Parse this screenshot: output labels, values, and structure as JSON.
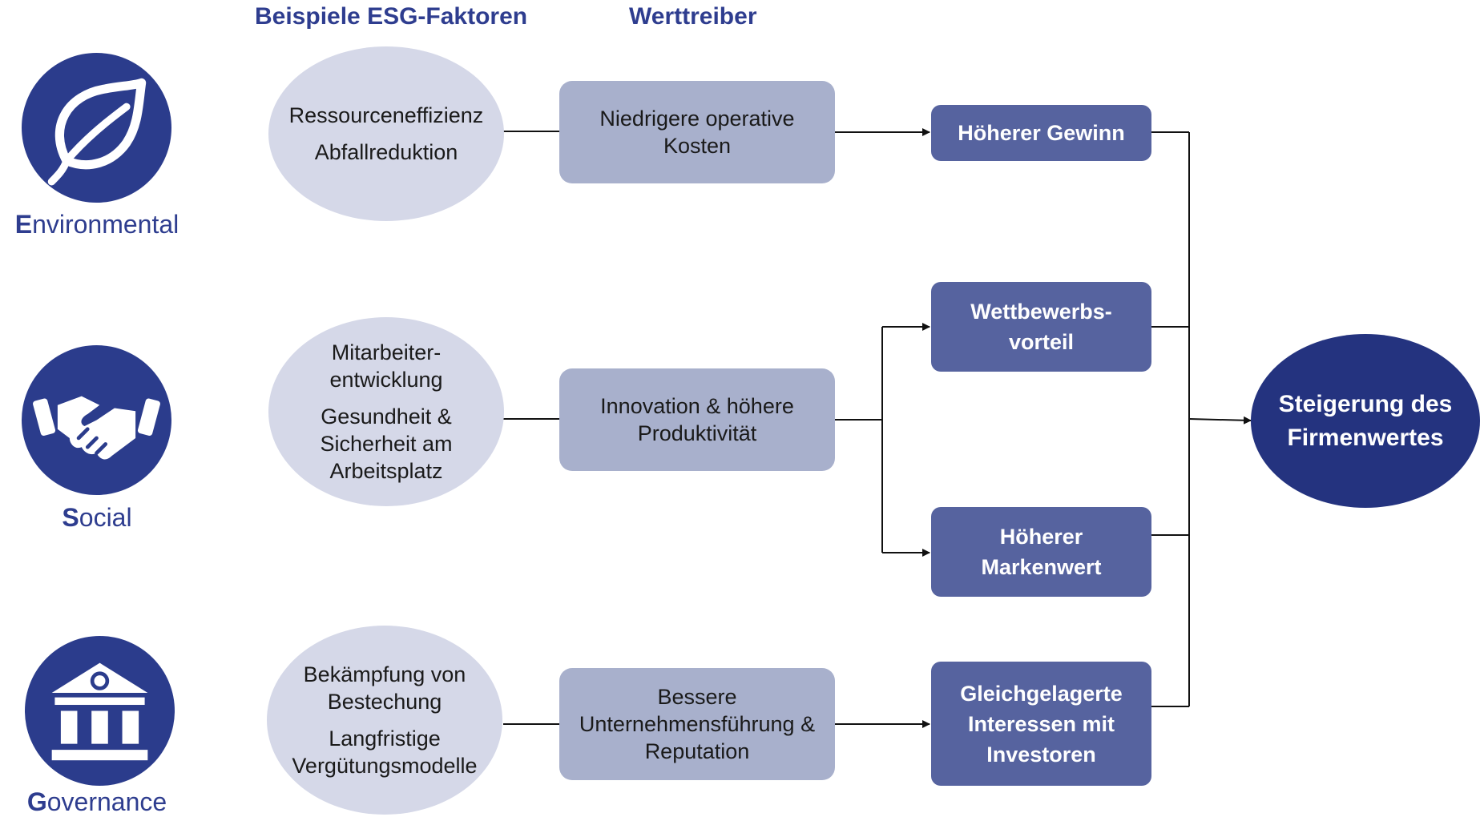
{
  "headers": {
    "factors": "Beispiele ESG-Faktoren",
    "drivers": "Werttreiber"
  },
  "categories": [
    {
      "initial": "E",
      "rest": "nvironmental",
      "icon": "leaf-icon"
    },
    {
      "initial": "S",
      "rest": "ocial",
      "icon": "handshake-icon"
    },
    {
      "initial": "G",
      "rest": "overnance",
      "icon": "bank-building-icon"
    }
  ],
  "factors": {
    "environmental": [
      "Ressourceneffizienz",
      "Abfallreduktion"
    ],
    "social": [
      "Mitarbeiter-\nentwicklung",
      "Gesundheit &\nSicherheit am\nArbeitsplatz"
    ],
    "governance": [
      "Bekämpfung von\nBestechung",
      "Langfristige\nVergütungsmodelle"
    ]
  },
  "drivers": {
    "environmental": "Niedrigere operative Kosten",
    "social": "Innovation & höhere Produktivität",
    "governance": "Bessere Unternehmensführung & Reputation"
  },
  "outcomes": {
    "profit": "Höherer Gewinn",
    "competitive": "Wettbewerbs-\nvorteil",
    "brand": "Höherer\nMarkenwert",
    "investors": "Gleichgelagerte\nInteressen mit\nInvestoren"
  },
  "final": "Steigerung des Firmenwertes",
  "colors": {
    "header": "#2e3d8f",
    "icon_circle": "#2b3c8c",
    "factor_ellipse": "#d5d8e8",
    "driver_box": "#a8b0cc",
    "outcome_box": "#56639f",
    "final_ellipse": "#24337f",
    "connector": "#111111"
  }
}
